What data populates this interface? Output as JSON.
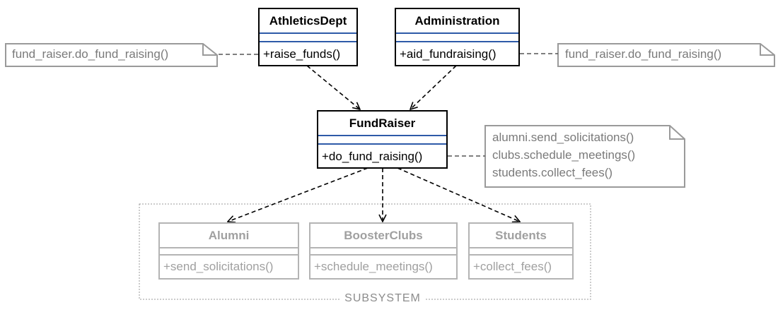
{
  "classes": {
    "athletics": {
      "name": "AthleticsDept",
      "method": "+raise_funds()"
    },
    "administration": {
      "name": "Administration",
      "method": "+aid_fundraising()"
    },
    "fundraiser": {
      "name": "FundRaiser",
      "method": "+do_fund_raising()"
    },
    "alumni": {
      "name": "Alumni",
      "method": "+send_solicitations()"
    },
    "boosterclubs": {
      "name": "BoosterClubs",
      "method": "+schedule_meetings()"
    },
    "students": {
      "name": "Students",
      "method": "+collect_fees()"
    }
  },
  "notes": {
    "left": "fund_raiser.do_fund_raising()",
    "right": "fund_raiser.do_fund_raising()",
    "fundraiser": [
      "alumni.send_solicitations()",
      "clubs.schedule_meetings()",
      "students.collect_fees()"
    ]
  },
  "subsystem": {
    "label": "SUBSYSTEM"
  },
  "colors": {
    "primary_border": "#000000",
    "compartment_line": "#2e5aa8",
    "subsystem_border": "#b4b4b4",
    "subsystem_text": "#a0a0a0",
    "note_border": "#9a9a9a",
    "note_text": "#7a7a7a"
  }
}
